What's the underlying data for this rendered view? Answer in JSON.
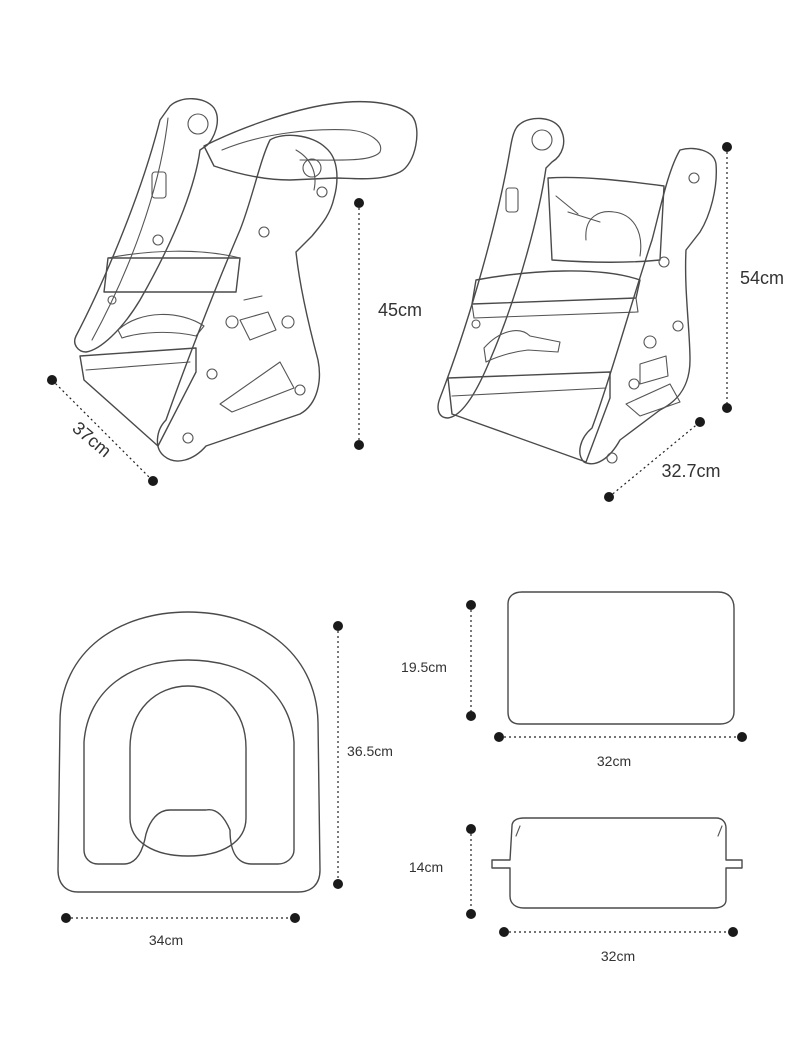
{
  "dimensions": {
    "chair_left_depth": "37cm",
    "chair_left_height": "45cm",
    "chair_right_height": "54cm",
    "chair_right_width": "32.7cm",
    "seat_cushion_height": "36.5cm",
    "seat_cushion_width": "34cm",
    "tray_height": "19.5cm",
    "tray_width": "32cm",
    "step_height": "14cm",
    "step_width": "32cm"
  }
}
